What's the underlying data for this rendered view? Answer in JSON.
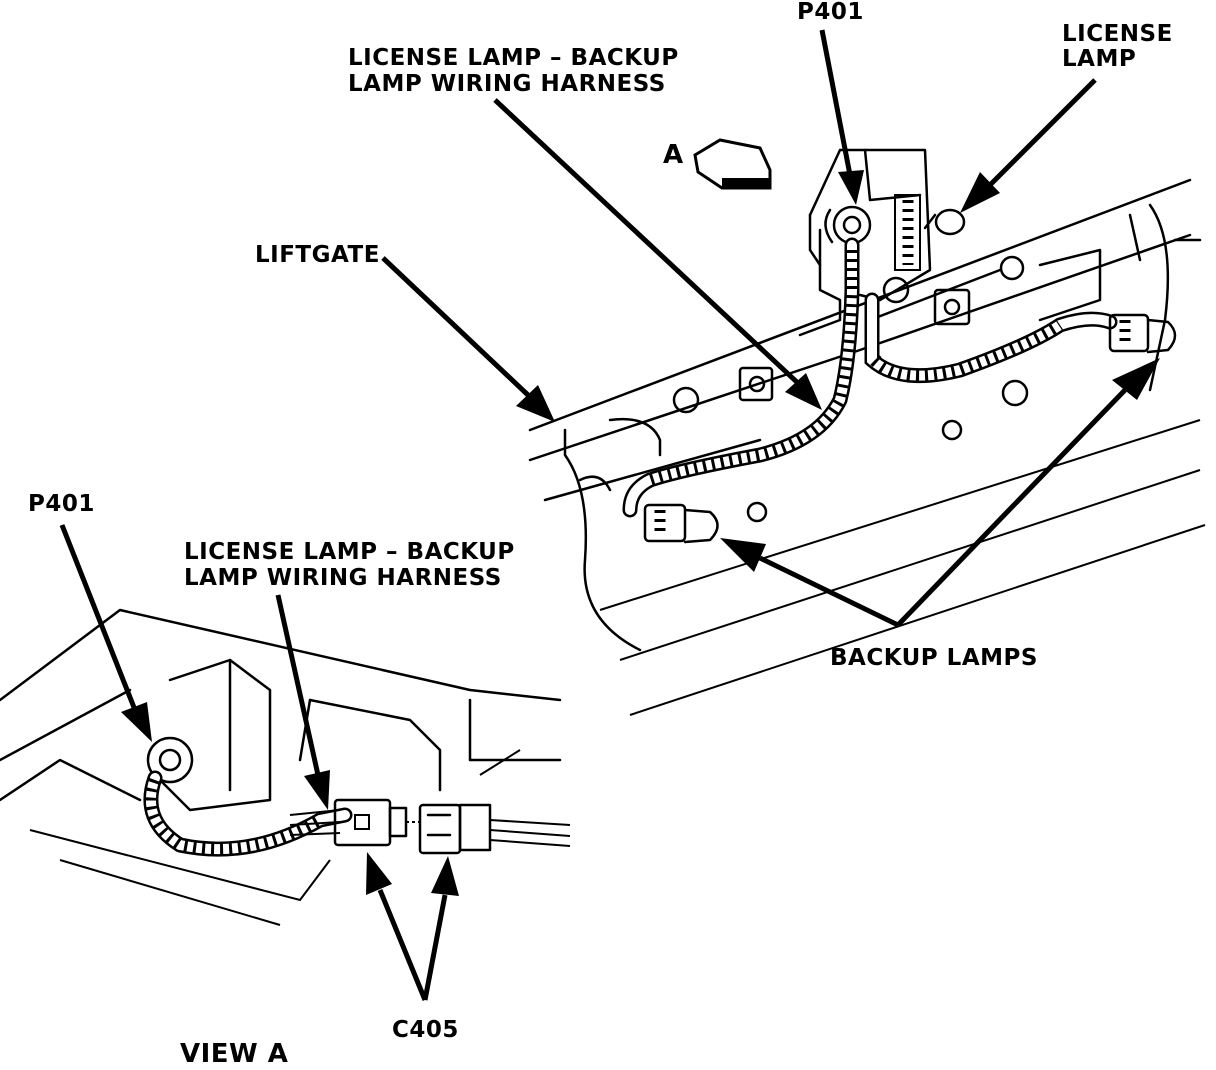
{
  "labels": {
    "p401_top": "P401",
    "harness_top_1": "LICENSE LAMP – BACKUP",
    "harness_top_2": "LAMP WIRING HARNESS",
    "license_lamp_1": "LICENSE",
    "license_lamp_2": "LAMP",
    "view_marker": "A",
    "liftgate": "LIFTGATE",
    "backup_lamps": "BACKUP LAMPS",
    "p401_view": "P401",
    "harness_view_1": "LICENSE LAMP – BACKUP",
    "harness_view_2": "LAMP WIRING HARNESS",
    "c405": "C405",
    "view_title": "VIEW A"
  },
  "icons": [
    "direction-arrow-icon",
    "leader-arrow-icon"
  ],
  "colors": {
    "ink": "#000000",
    "paper": "#ffffff"
  }
}
